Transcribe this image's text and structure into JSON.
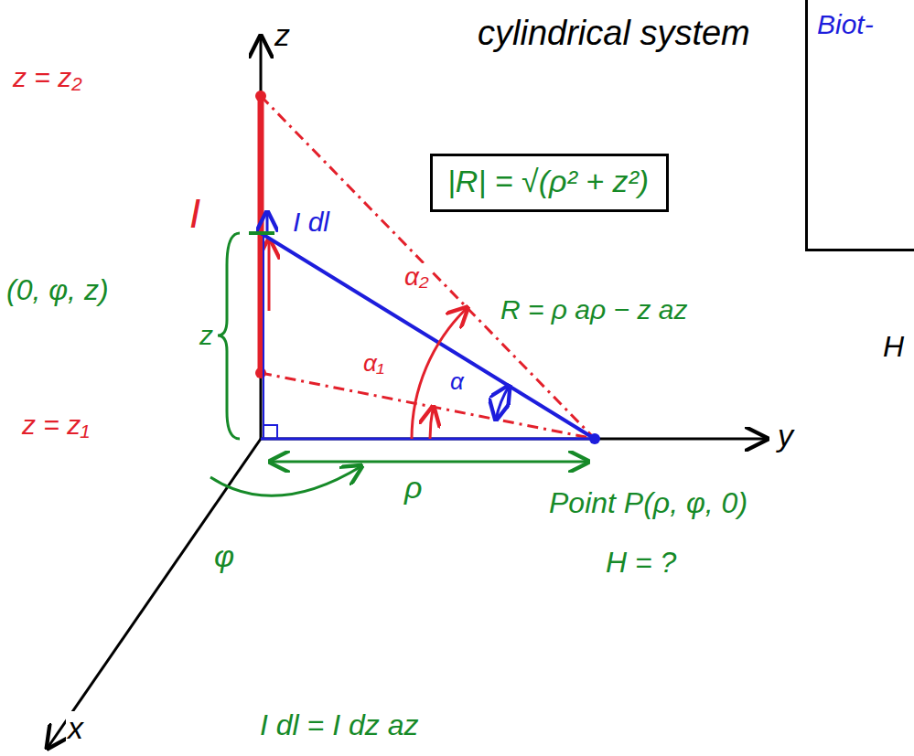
{
  "diagram": {
    "title": "cylindrical system",
    "nodes": [
      {
        "text": [
          "|R| = √(ρ² + z²)"
        ]
      },
      {
        "text": [
          "Biot-"
        ]
      }
    ],
    "labels": [
      "z",
      "y",
      "x",
      "z = z₂",
      "I",
      "I dl",
      "(0, φ, z)",
      "z",
      "α₂",
      "R = ρ aρ − z az",
      "z = z₁",
      "α₁",
      "α",
      "ρ",
      "φ",
      "Point P(ρ, φ, 0)",
      "H = ?",
      "H",
      "I dl = I dz az"
    ]
  }
}
